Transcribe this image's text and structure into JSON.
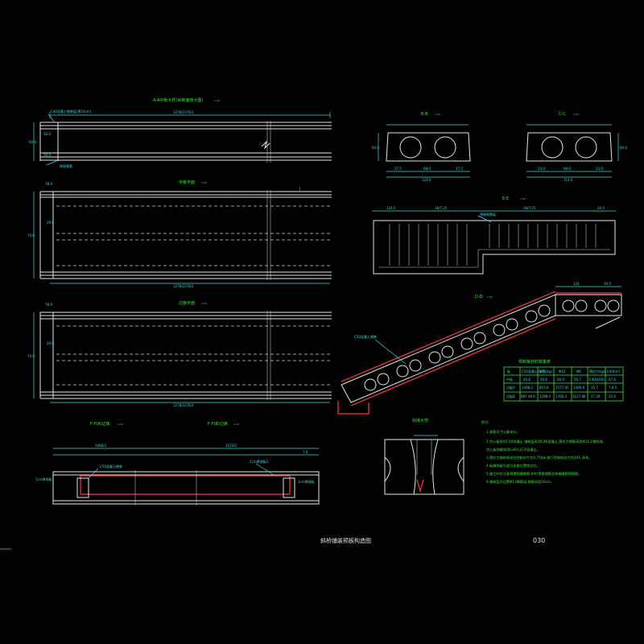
{
  "colors": {
    "background": "#000000",
    "line": "#e6e6e6",
    "dimension": "#3fd8d8",
    "label": "#39e639",
    "cut": "#ff3b3b",
    "highlight": "#ff5aff"
  },
  "drawing": {
    "title": "斜桥铺装预板构造图",
    "sheet_no": "030"
  },
  "views": {
    "section_aa": {
      "title": "A-A中板大样(纵断面放大图)",
      "scale": "1:20",
      "length": "1278/2278/3",
      "note": "C40混凝土铺装层(厚10cm)",
      "ann": "焊接钢筋"
    },
    "plan_mid": {
      "title": "中板平面",
      "scale": "1:50",
      "length": "1278/2278/3",
      "left": "78.9",
      "dim": "74.6",
      "gap": "29.8"
    },
    "plan_side": {
      "title": "边板平面",
      "scale": "1:50",
      "length": "1278/2278/3",
      "left": "78.9",
      "dim": "74.6",
      "gap": "29.8"
    },
    "section_bb": {
      "title": "B-B",
      "scale": "1:20",
      "width": "124.0",
      "dims": [
        "27.5",
        "68.0",
        "27.5"
      ],
      "height": "60.0"
    },
    "section_cc": {
      "title": "C-C",
      "scale": "1:20",
      "width": "114.0",
      "dims": [
        "23.0",
        "68.0",
        "23.0"
      ],
      "height": "60.0"
    },
    "section_ee": {
      "title": "E-E",
      "scale": "1:50",
      "dims": [
        "124.5",
        "18/7.25",
        "18/7.25",
        "34.5"
      ],
      "note": "预制钢筋板"
    },
    "section_dd": {
      "title": "D-D",
      "scale": "1:50",
      "dims": [
        "124",
        "39.5"
      ],
      "label": "C50混凝土铺装"
    },
    "section_ff_left": {
      "title": "F-F(A)边板",
      "scale": "1:20",
      "dims": [
        "1066/2",
        "1573/2",
        "7.0"
      ],
      "labels": [
        "C50混凝土铺装",
        "1cm厚钢板2"
      ],
      "side": [
        "1cm厚钢板",
        "1cm厚钢板"
      ]
    },
    "section_ff_right": {
      "title": "F-F(B)边板",
      "scale": "1:20"
    },
    "joint_detail": {
      "title": "铰缝大样"
    }
  },
  "table": {
    "title": "预制板材料数量表",
    "headers": [
      "板",
      "C50混凝土(m³)",
      "钢筋(kg)",
      "Φ12",
      "Φ8",
      "预应力(kg)",
      "C40(m³)"
    ],
    "rows": [
      [
        "中板",
        "40.8",
        "44.6",
        "46.0",
        "56.7",
        "C40(100)",
        "47.6"
      ],
      [
        "边板A",
        "1498.2",
        "853.9",
        "1577.05",
        "1469.8",
        "35.7",
        "7.6.5"
      ],
      [
        "边板B",
        "887.48.6",
        "1298.4",
        "1356.3",
        "1227.86",
        "17.29",
        "22.6"
      ]
    ]
  },
  "notes": {
    "title": "附注:",
    "items": [
      "1.本图尺寸以厘米计。",
      "2.空心板采用C50混凝土,铺装层采用C40混凝土,预应力钢筋采用Φ15.2钢绞线。",
      "  空心板铰缝采用C40小石子混凝土。",
      "3.预应力钢绞线张拉控制应力为0.75fpk,锚下控制张拉力为195.3kN。",
      "4.板端预留孔道与支座位置相对应。",
      "5.施工时应注意预埋铰缝钢筋,护栏预埋钢筋及伸缩缝预埋钢筋。",
      "6.铺装层内设置Φ12钢筋网,钢筋间距10cm。"
    ]
  }
}
